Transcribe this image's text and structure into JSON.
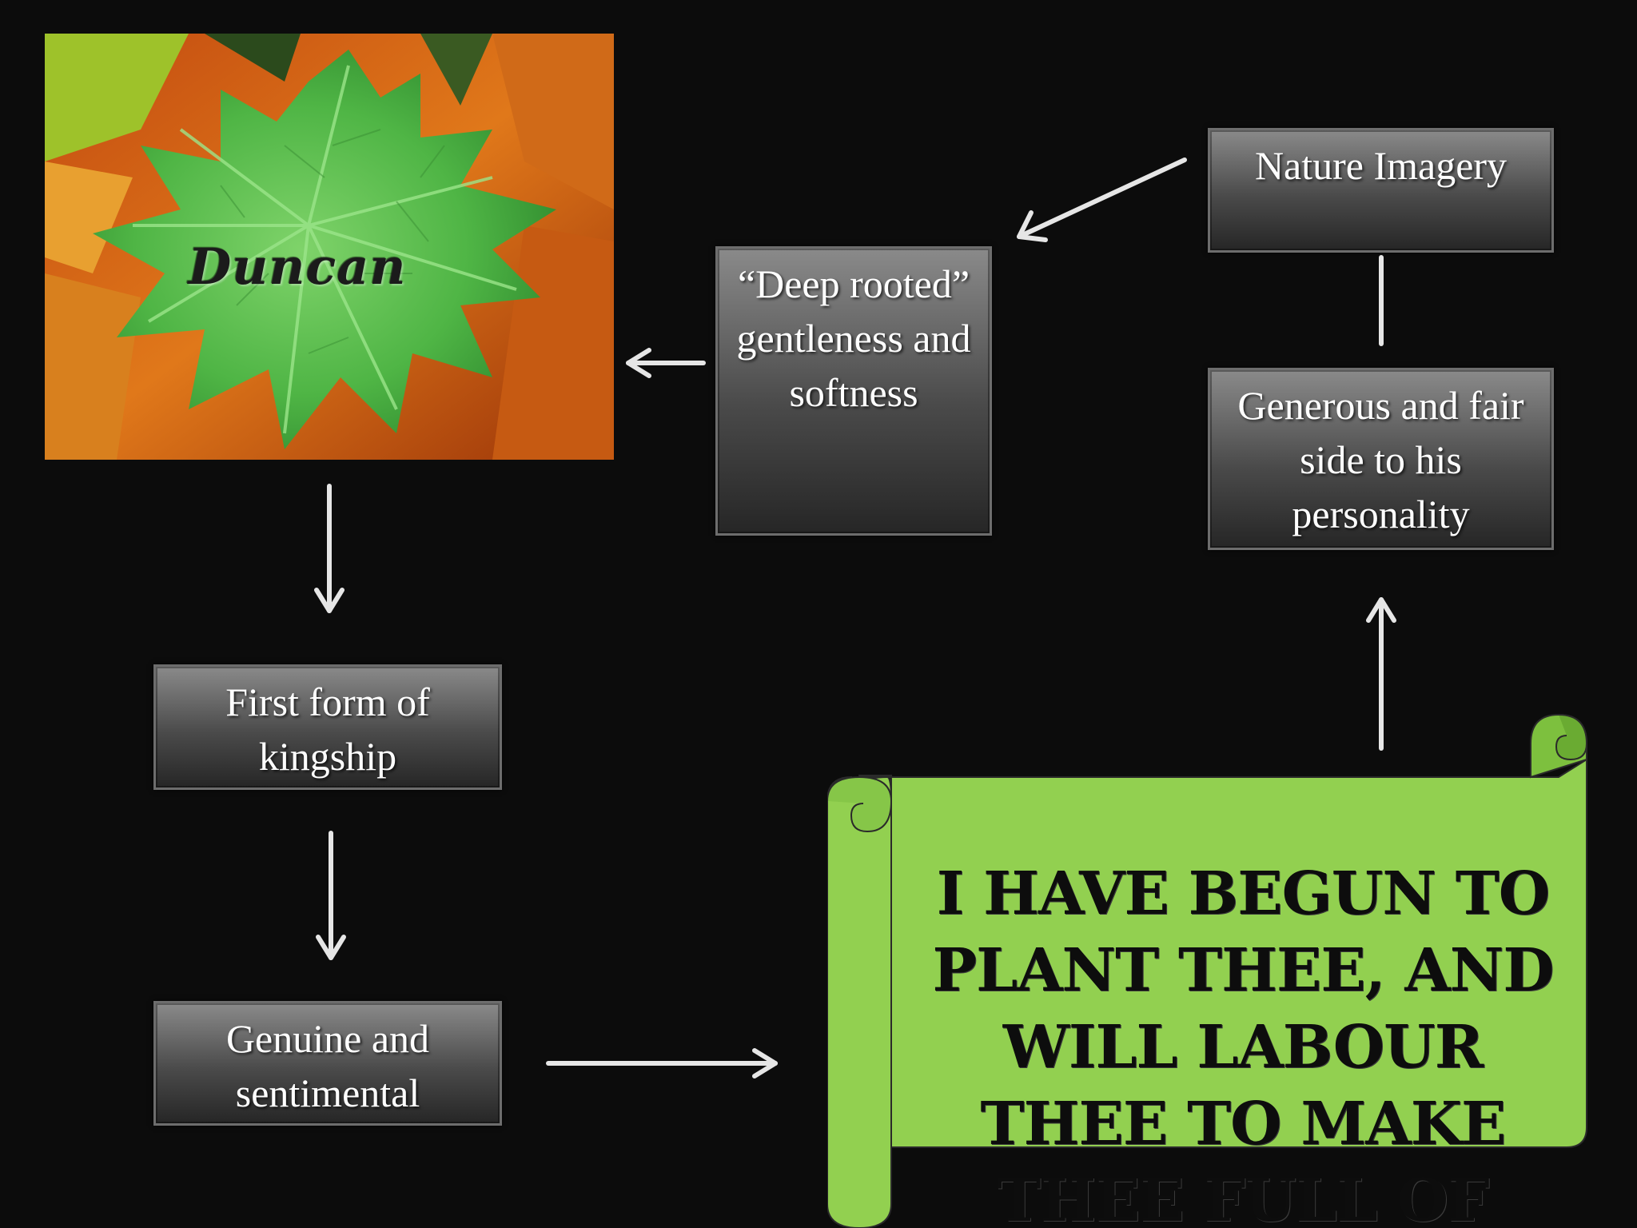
{
  "leaf": {
    "caption": "Duncan"
  },
  "boxes": {
    "nature_imagery": "Nature Imagery",
    "deep_rooted": "“Deep rooted” gentleness and softness",
    "generous": "Generous and fair side to his personality",
    "first_form": "First form of kingship",
    "genuine": "Genuine and sentimental"
  },
  "scroll": {
    "quote": "I HAVE BEGUN TO PLANT THEE, AND WILL LABOUR THEE TO MAKE THEE FULL OF GROWING."
  },
  "colors": {
    "background": "#0c0c0c",
    "scroll_green": "#92d050",
    "arrow": "#e6e6e6"
  }
}
